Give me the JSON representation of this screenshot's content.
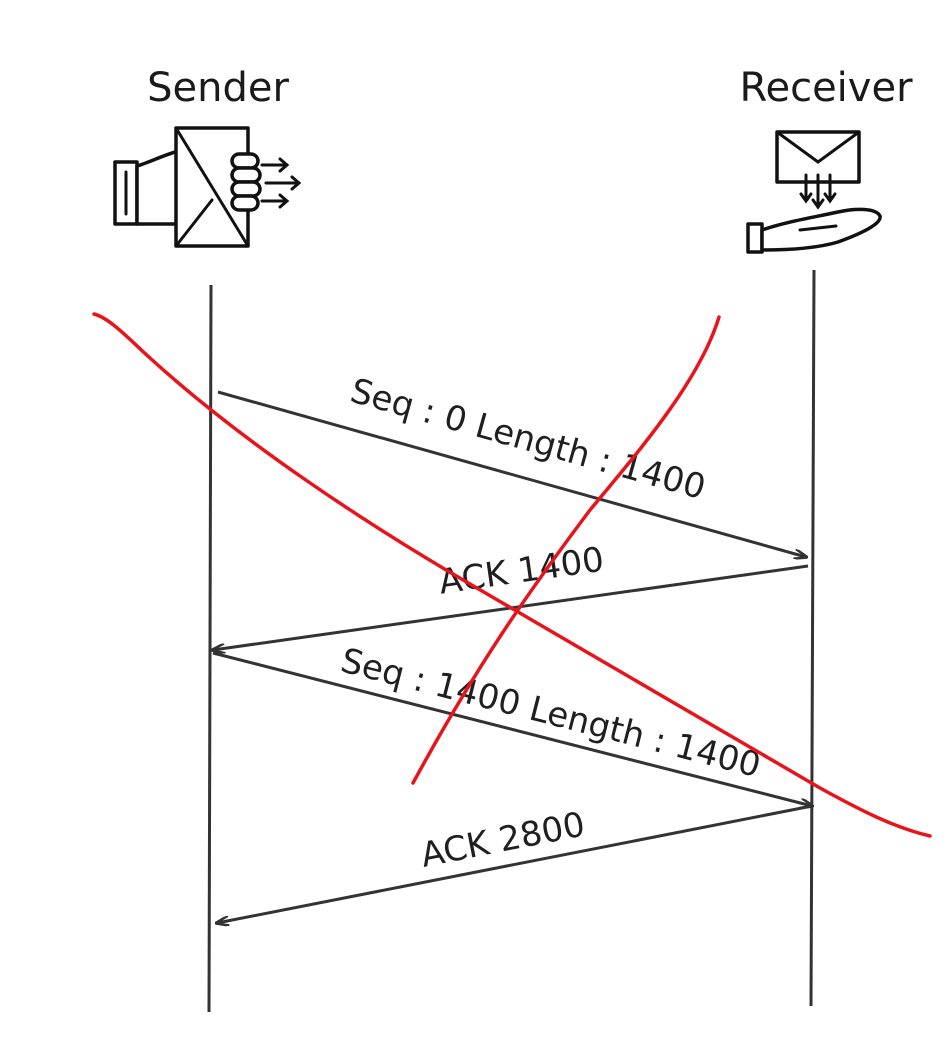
{
  "actors": {
    "sender": {
      "label": "Sender"
    },
    "receiver": {
      "label": "Receiver"
    }
  },
  "messages": [
    {
      "label": "Seq : 0 Length : 1400",
      "direction": "sender-to-receiver"
    },
    {
      "label": "ACK 1400",
      "direction": "receiver-to-sender"
    },
    {
      "label": "Seq : 1400 Length : 1400",
      "direction": "sender-to-receiver"
    },
    {
      "label": "ACK 2800",
      "direction": "receiver-to-sender"
    }
  ],
  "annotations": {
    "cross_out_color": "#e8141c"
  },
  "colors": {
    "line": "#333333",
    "text": "#1a1a1a"
  },
  "icons": {
    "sender": "hand-sending-envelope-icon",
    "receiver": "hand-receiving-envelope-icon"
  }
}
